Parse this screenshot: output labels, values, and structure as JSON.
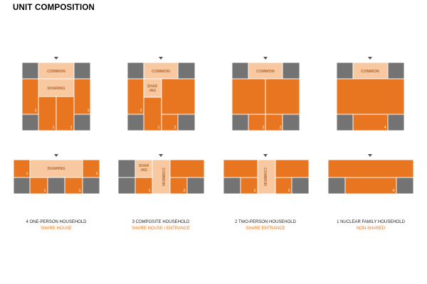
{
  "title": "UNIT COMPOSITION",
  "colors": {
    "orange": "#e8751f",
    "peach": "#f8c9a1",
    "gray": "#737373",
    "text_orange": "#e8751f"
  },
  "labels": {
    "common": "COMMON",
    "sharing": "SHARING",
    "shar_ing": [
      "SHAR",
      "-ING"
    ],
    "counts": {
      "one": "1",
      "two": "2",
      "four": "4"
    }
  },
  "captions": [
    {
      "line1": "4 ONE-PERSON HOUSEHOLD",
      "line2": "SHARE HOUSE"
    },
    {
      "line1": "3 COMPOSITE HOUSEHOLD",
      "line2": "SHARE HOUSE / ENTRANCE"
    },
    {
      "line1": "2 TWO-PERSON HOUSEHOLD",
      "line2": "SHARE ENTRANCE"
    },
    {
      "line1": "1 NUCLEAR FAMILY HOUSEHOLD",
      "line2": "NON-SHARED"
    }
  ]
}
